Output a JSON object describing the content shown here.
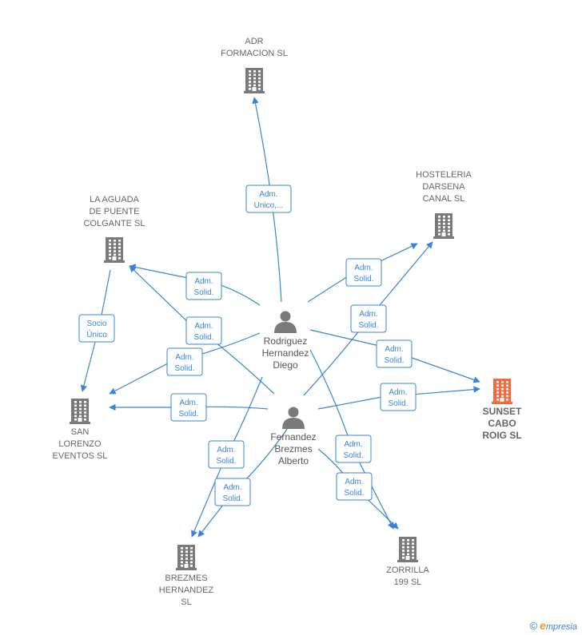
{
  "companies": [
    {
      "id": "adr",
      "lines": [
        "ADR",
        "FORMACION SL"
      ],
      "main": false
    },
    {
      "id": "hosteleria",
      "lines": [
        "HOSTELERIA",
        "DARSENA",
        "CANAL  SL"
      ],
      "main": false
    },
    {
      "id": "aguada",
      "lines": [
        "LA AGUADA",
        "DE PUENTE",
        "COLGANTE  SL"
      ],
      "main": false
    },
    {
      "id": "sanlorenzo",
      "lines": [
        "SAN",
        "LORENZO",
        "EVENTOS  SL"
      ],
      "main": false
    },
    {
      "id": "sunset",
      "lines": [
        "SUNSET",
        "CABO",
        "ROIG  SL"
      ],
      "main": true
    },
    {
      "id": "brezmes",
      "lines": [
        "BREZMES",
        "HERNANDEZ",
        "SL"
      ],
      "main": false
    },
    {
      "id": "zorrilla",
      "lines": [
        "ZORRILLA",
        "199  SL"
      ],
      "main": false
    }
  ],
  "persons": [
    {
      "id": "rodriguez",
      "lines": [
        "Rodriguez",
        "Hernandez",
        "Diego"
      ]
    },
    {
      "id": "fernandez",
      "lines": [
        "Fernandez",
        "Brezmes",
        "Alberto"
      ]
    }
  ],
  "edges": [
    {
      "id": "e1",
      "lines": [
        "Adm.",
        "Unico,..."
      ]
    },
    {
      "id": "e2",
      "lines": [
        "Adm.",
        "Solid."
      ]
    },
    {
      "id": "e3",
      "lines": [
        "Adm.",
        "Solid."
      ]
    },
    {
      "id": "e4",
      "lines": [
        "Adm.",
        "Solid."
      ]
    },
    {
      "id": "e5",
      "lines": [
        "Adm.",
        "Solid."
      ]
    },
    {
      "id": "e6",
      "lines": [
        "Adm.",
        "Solid."
      ]
    },
    {
      "id": "e7",
      "lines": [
        "Adm.",
        "Solid."
      ]
    },
    {
      "id": "e8",
      "lines": [
        "Adm.",
        "Solid."
      ]
    },
    {
      "id": "e9",
      "lines": [
        "Socio",
        "Único"
      ]
    },
    {
      "id": "e10",
      "lines": [
        "Adm.",
        "Solid."
      ]
    },
    {
      "id": "e11",
      "lines": [
        "Adm.",
        "Solid."
      ]
    },
    {
      "id": "e12",
      "lines": [
        "Adm.",
        "Solid."
      ]
    },
    {
      "id": "e13",
      "lines": [
        "Adm.",
        "Solid."
      ]
    },
    {
      "id": "e14",
      "lines": [
        "Adm.",
        "Solid."
      ]
    }
  ],
  "colors": {
    "edge": "#3a84d8",
    "building": "#7a7a7a",
    "main_building": "#f26a3d",
    "person": "#7a7a7a"
  },
  "icons": {
    "company": "building-icon",
    "person": "person-icon"
  },
  "footer": {
    "copyright": "©",
    "brand_initial": "e",
    "brand_rest": "mpresia"
  }
}
